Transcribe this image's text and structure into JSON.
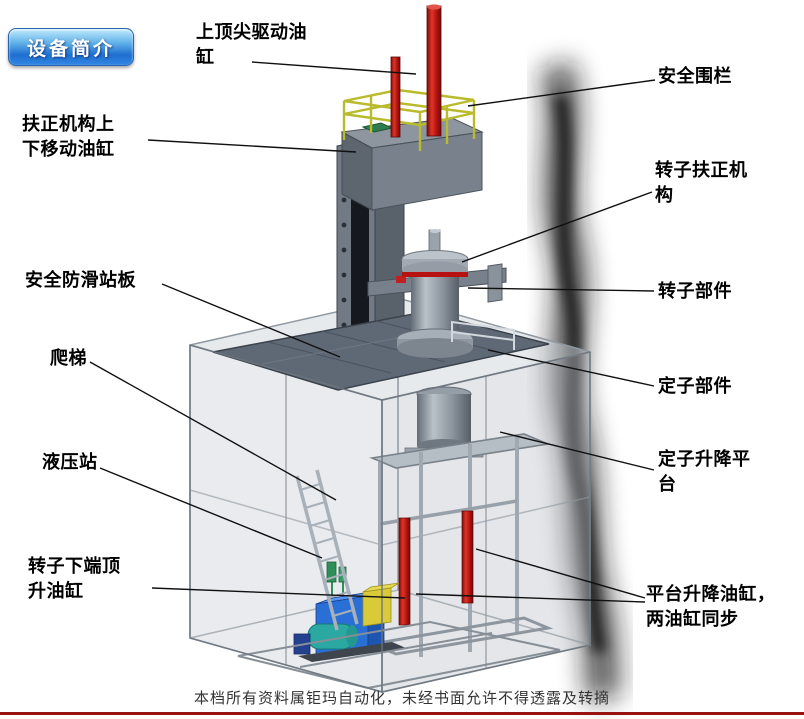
{
  "badge": {
    "label": "设备简介"
  },
  "labels": [
    {
      "name": "label-top-spindle-drive-cylinder",
      "text": "上顶尖驱动油\n缸"
    },
    {
      "name": "label-safety-fence",
      "text": "安全围栏"
    },
    {
      "name": "label-centering-mechanism-lift-cylinder",
      "text": "扶正机构上\n下移动油缸"
    },
    {
      "name": "label-rotor-centering-mechanism",
      "text": "转子扶正机\n构"
    },
    {
      "name": "label-anti-slip-standing-plate",
      "text": "安全防滑站板"
    },
    {
      "name": "label-rotor-component",
      "text": "转子部件"
    },
    {
      "name": "label-ladder",
      "text": "爬梯"
    },
    {
      "name": "label-stator-component",
      "text": "定子部件"
    },
    {
      "name": "label-hydraulic-station",
      "text": "液压站"
    },
    {
      "name": "label-stator-lift-platform",
      "text": "定子升降平\n台"
    },
    {
      "name": "label-rotor-bottom-jack-cylinder",
      "text": "转子下端顶\n升油缸"
    },
    {
      "name": "label-platform-lift-cylinders",
      "text": "平台升降油缸，\n两油缸同步"
    }
  ],
  "footer": {
    "text": "本档所有资料属钜玛自动化，未经书面允许不得透露及转摘"
  },
  "colors": {
    "badge_blue": "#1e6fd0",
    "cylinder_red": "#b01212",
    "railing_yellow": "#b9ba2c",
    "hydraulic_blue": "#2a6fd6",
    "platform_gray": "#5f6975",
    "bottom_rule_red": "#991212"
  }
}
